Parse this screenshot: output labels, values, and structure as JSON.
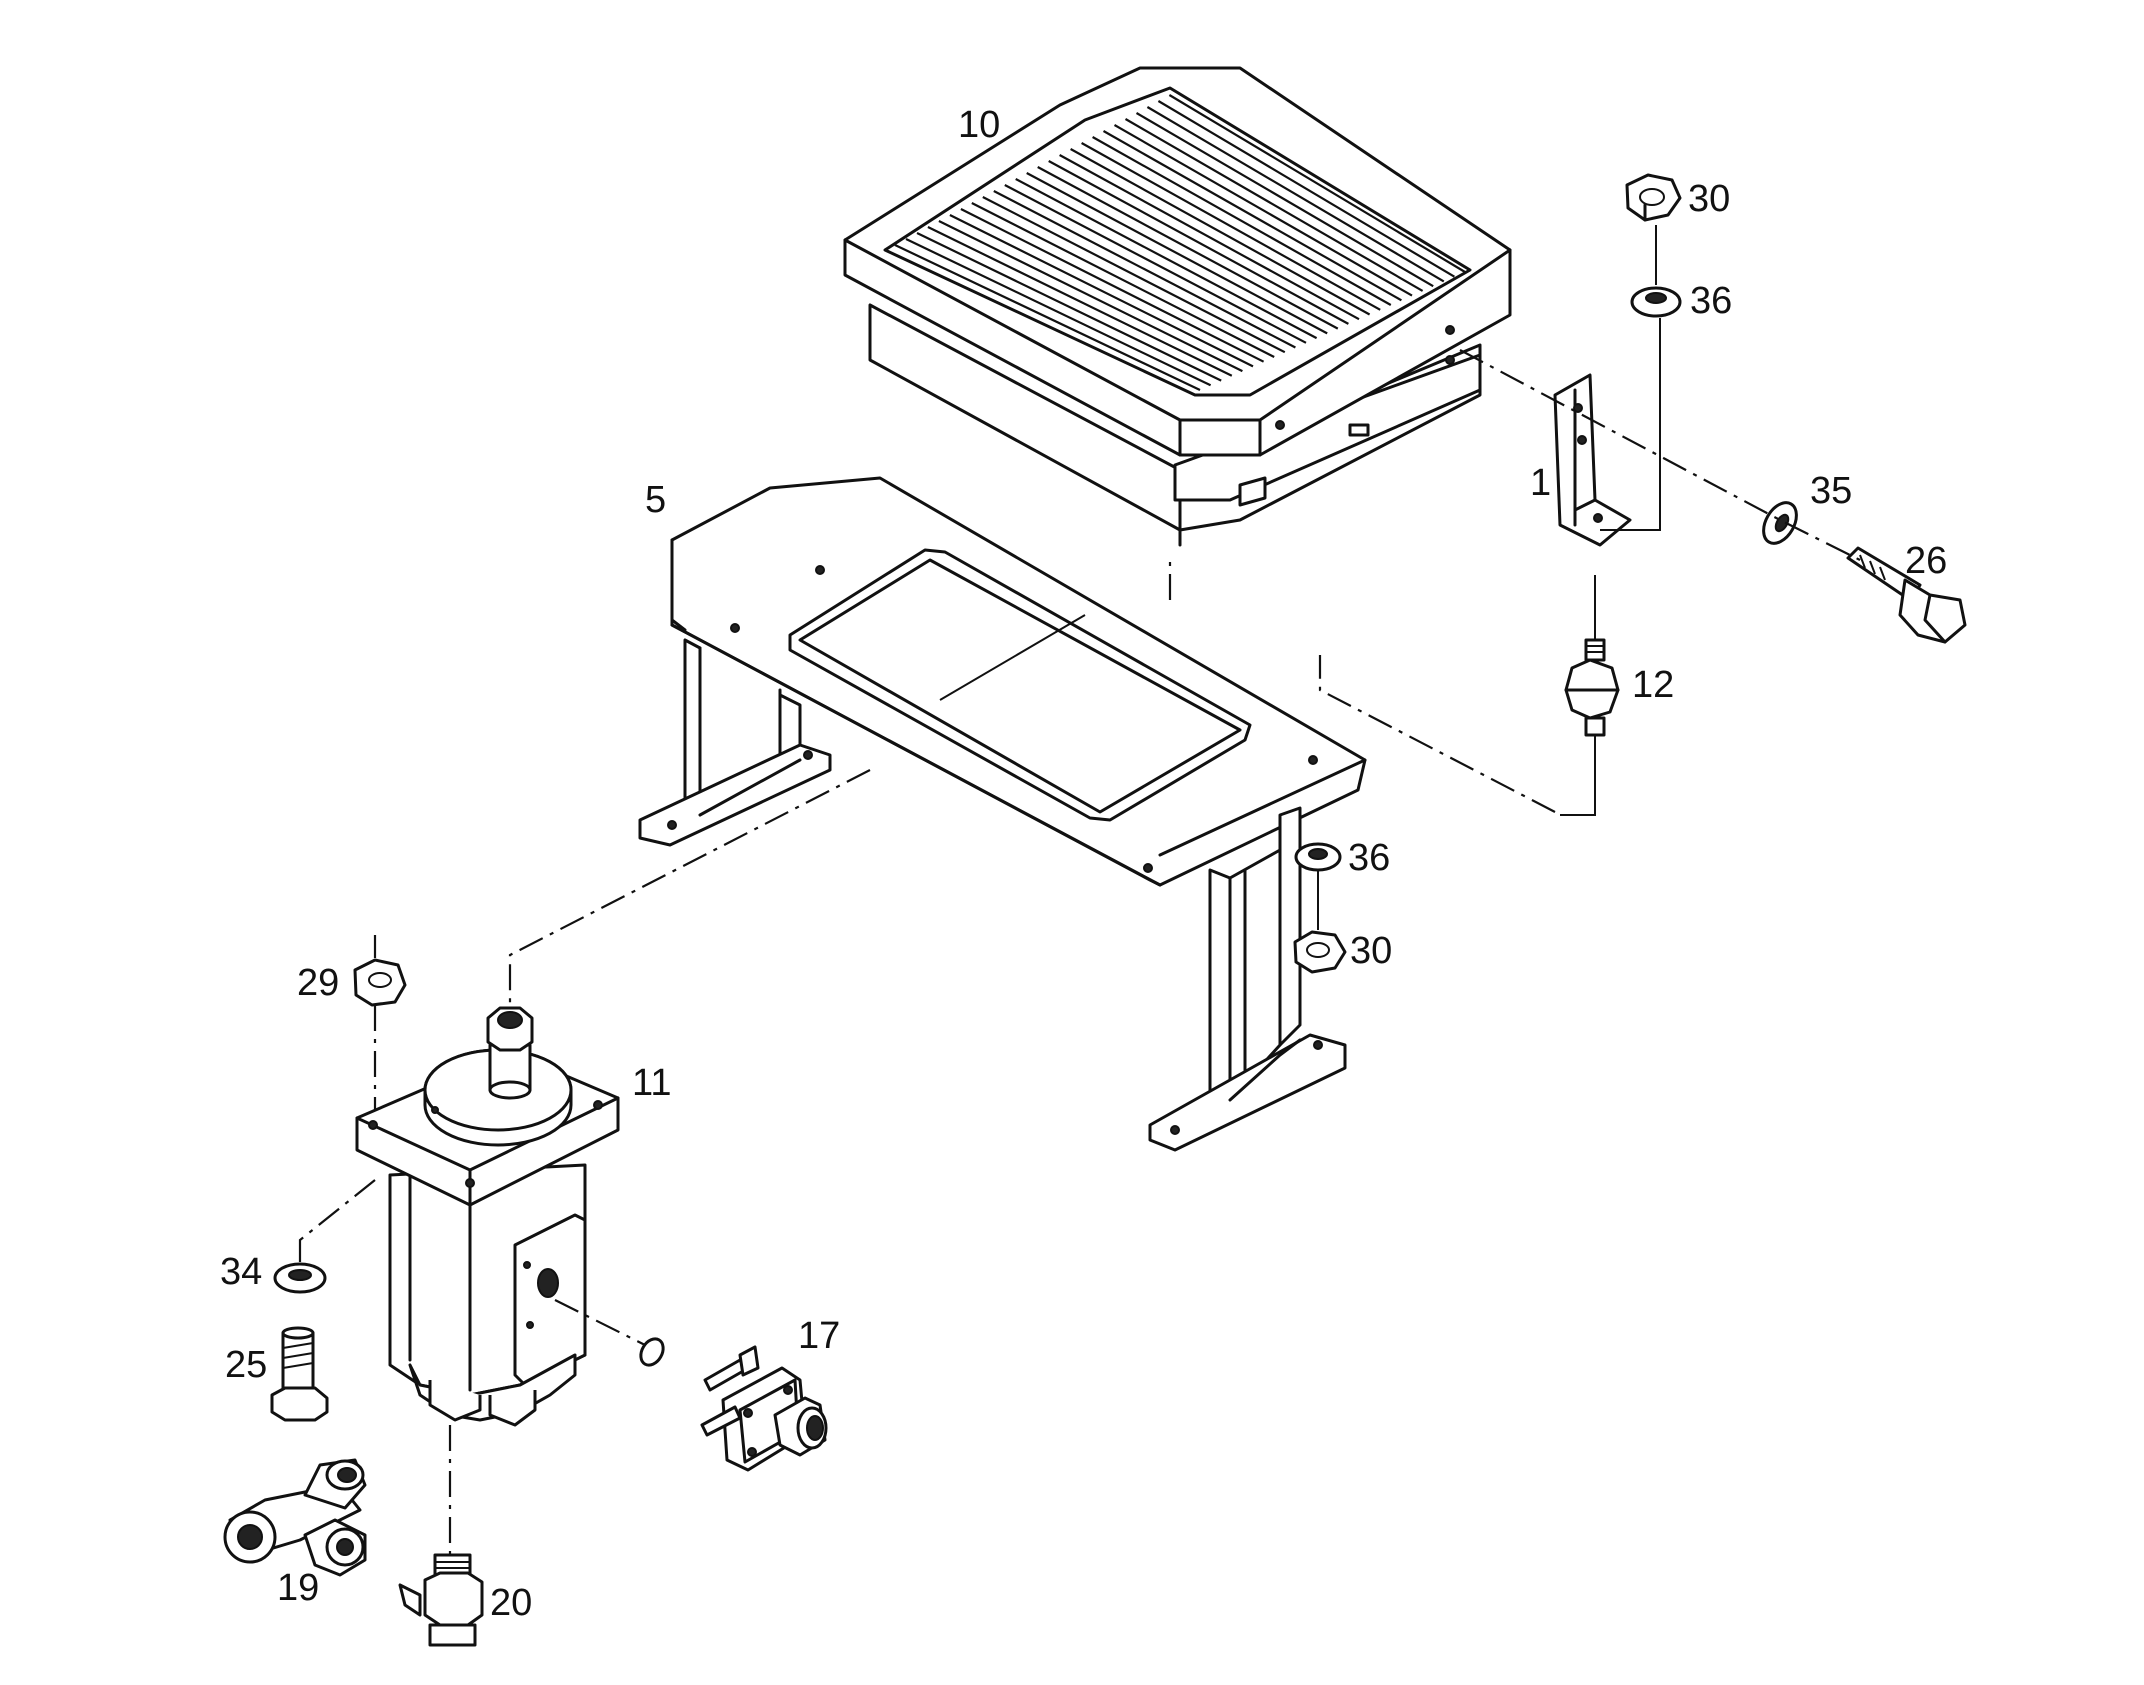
{
  "diagram": {
    "callouts": {
      "p1": "1",
      "p5": "5",
      "p10": "10",
      "p11": "11",
      "p12": "12",
      "p17": "17",
      "p19": "19",
      "p20": "20",
      "p25": "25",
      "p26": "26",
      "p29": "29",
      "p30a": "30",
      "p30b": "30",
      "p34": "34",
      "p35": "35",
      "p36a": "36",
      "p36b": "36"
    },
    "colors": {
      "line": "#111111",
      "background": "#ffffff"
    }
  }
}
